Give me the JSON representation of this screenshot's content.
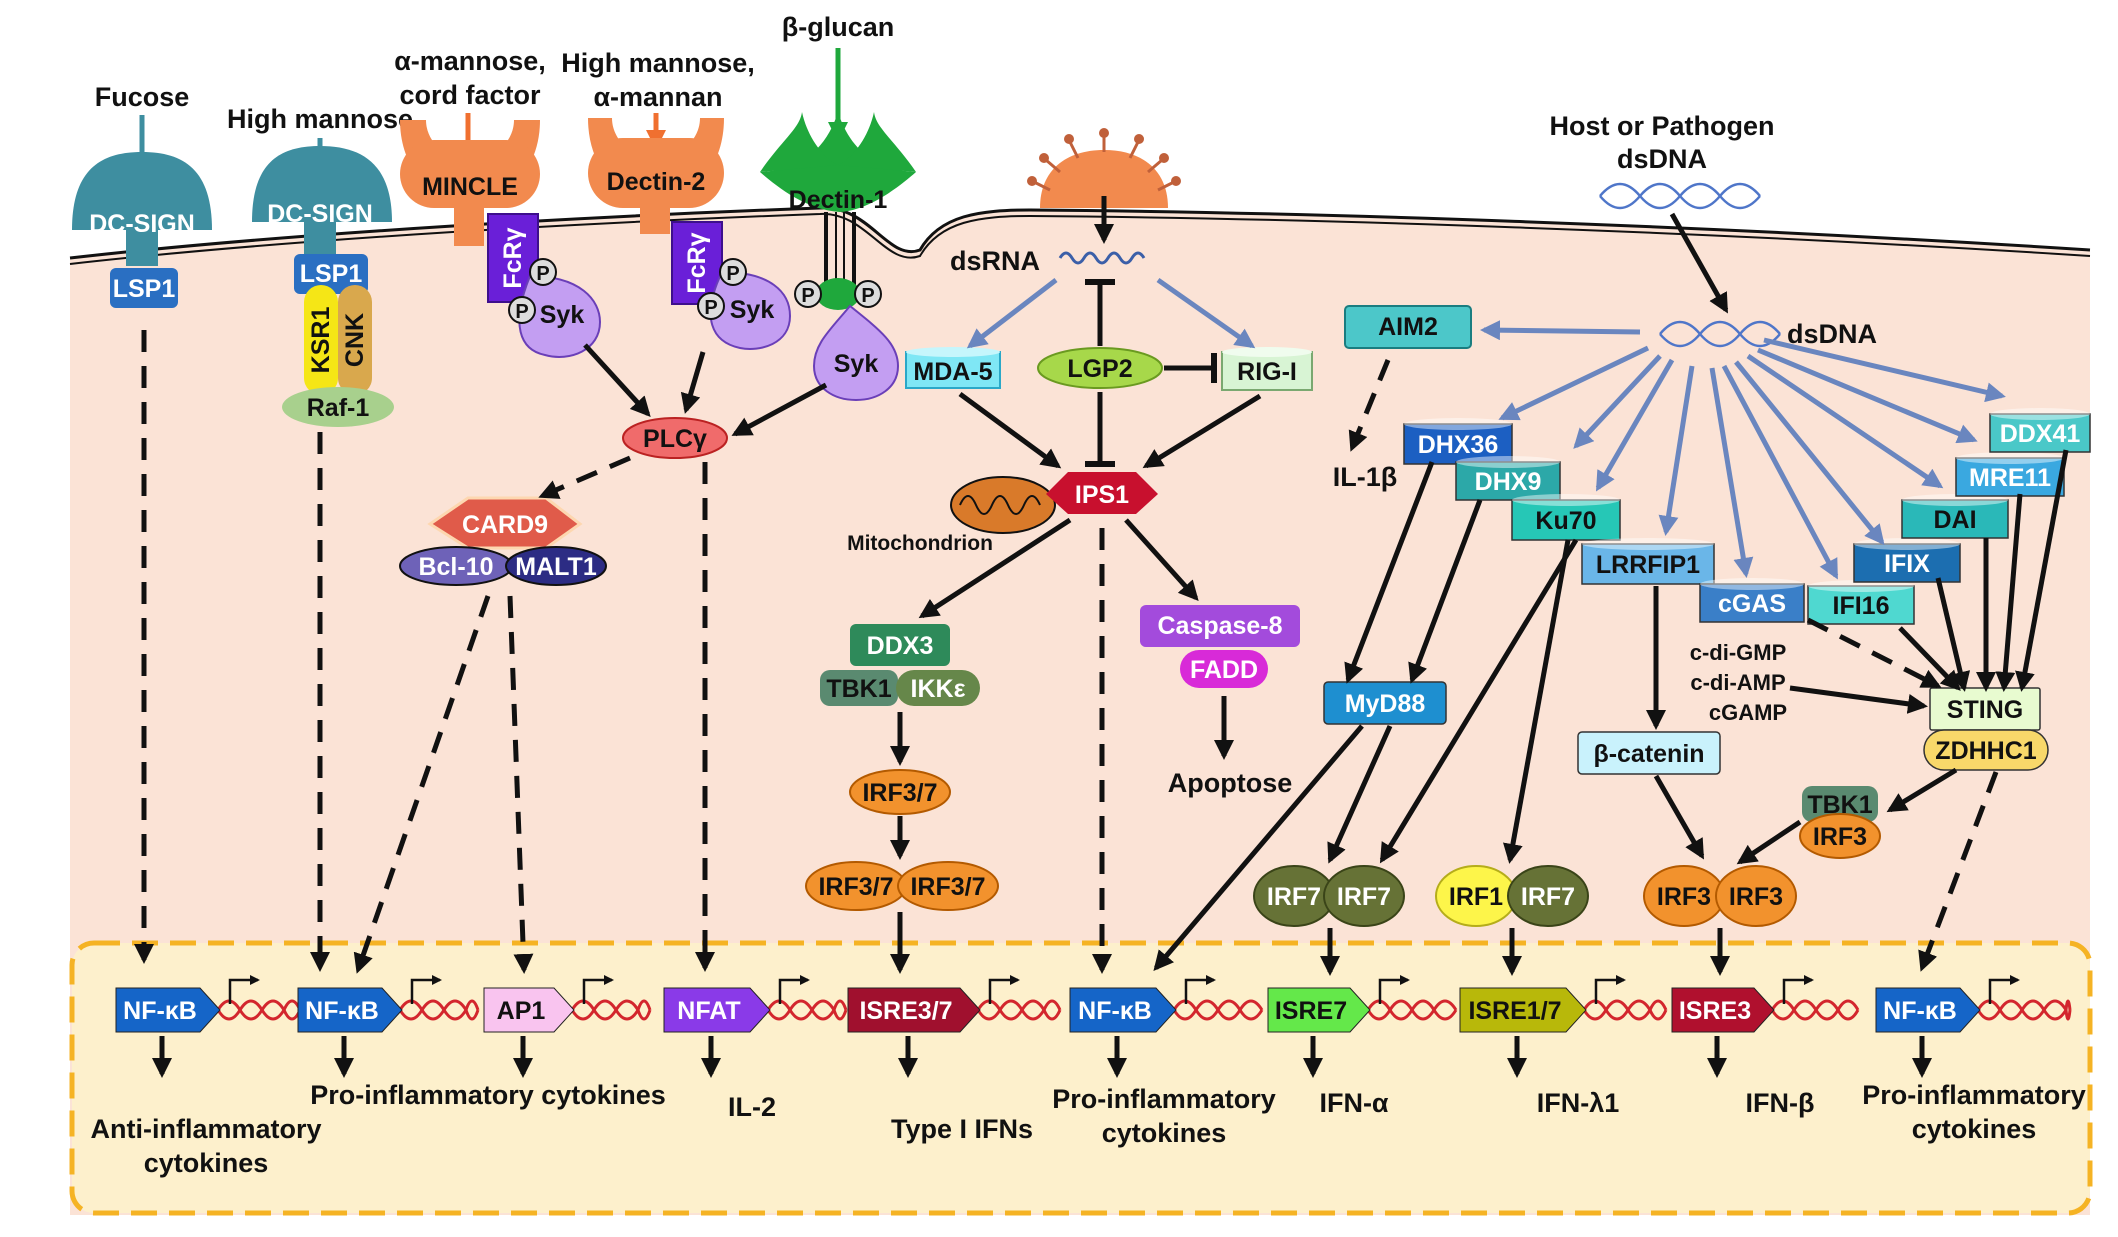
{
  "ligands": {
    "fucose": "Fucose",
    "high_mannose": "High mannose",
    "alpha_mannose_1": "α-mannose,",
    "alpha_mannose_2": "cord factor",
    "high_mannose_2a": "High mannose,",
    "high_mannose_2b": "α-mannan",
    "beta_glucan": "β-glucan",
    "host_dsdna_1": "Host or Pathogen",
    "host_dsdna_2": "dsDNA"
  },
  "receptors": {
    "dcsign_1": "DC-SIGN",
    "dcsign_2": "DC-SIGN",
    "mincle": "MINCLE",
    "dectin2": "Dectin-2",
    "dectin1": "Dectin-1"
  },
  "nodes": {
    "lsp1_a": "LSP1",
    "lsp1_b": "LSP1",
    "ksr1": "KSR1",
    "cnk": "CNK",
    "raf1": "Raf-1",
    "fcry_1": "FcRγ",
    "fcry_2": "FcRγ",
    "phospho": "P",
    "syk": "Syk",
    "plcy": "PLCγ",
    "card9": "CARD9",
    "bcl10": "Bcl-10",
    "malt1": "MALT1",
    "dsrna": "dsRNA",
    "mda5": "MDA-5",
    "lgp2": "LGP2",
    "rigi": "RIG-I",
    "ips1": "IPS1",
    "mitochondrion": "Mitochondrion",
    "ddx3": "DDX3",
    "tbk1": "TBK1",
    "ikke": "IKKε",
    "irf37": "IRF3/7",
    "caspase8": "Caspase-8",
    "fadd": "FADD",
    "apoptose": "Apoptose",
    "aim2": "AIM2",
    "il1b": "IL-1β",
    "dsdna": "dsDNA",
    "dhx36": "DHX36",
    "dhx9": "DHX9",
    "ku70": "Ku70",
    "lrrfip1": "LRRFIP1",
    "cgas": "cGAS",
    "ifi16": "IFI16",
    "ifix": "IFIX",
    "dai": "DAI",
    "mre11": "MRE11",
    "ddx41": "DDX41",
    "myd88": "MyD88",
    "bcatenin": "β-catenin",
    "cdigmp": "c-di-GMP",
    "cdiamp": "c-di-AMP",
    "cgamp": "cGAMP",
    "sting": "STING",
    "zdhhc1": "ZDHHC1",
    "tbk1b": "TBK1",
    "irf3": "IRF3",
    "irf7": "IRF7",
    "irf1": "IRF1"
  },
  "promoters": {
    "nfkb": "NF-κB",
    "ap1": "AP1",
    "nfat": "NFAT",
    "isre37": "ISRE3/7",
    "isre7": "ISRE7",
    "isre17": "ISRE1/7",
    "isre3": "ISRE3"
  },
  "outputs": {
    "anti_1": "Anti-inflammatory",
    "anti_2": "cytokines",
    "proinf_wide": "Pro-inflammatory cytokines",
    "il2": "IL-2",
    "type1": "Type I IFNs",
    "proinf_1": "Pro-inflammatory",
    "proinf_2": "cytokines",
    "ifna": "IFN-α",
    "ifnl": "IFN-λ1",
    "ifnb": "IFN-β"
  },
  "colors": {
    "cytoplasm": "#fbe3d6",
    "nucleus": "#fdf0cc",
    "nucleus_border": "#f5b324",
    "dcsign": "#3e8ea0",
    "mincle": "#f28a4e",
    "dectin1": "#1fa83c",
    "nfkb": "#1565c8",
    "irf3": "#f2922d",
    "irf7": "#667236",
    "ips1": "#c8102e",
    "dna_strand": "#d3262d"
  }
}
